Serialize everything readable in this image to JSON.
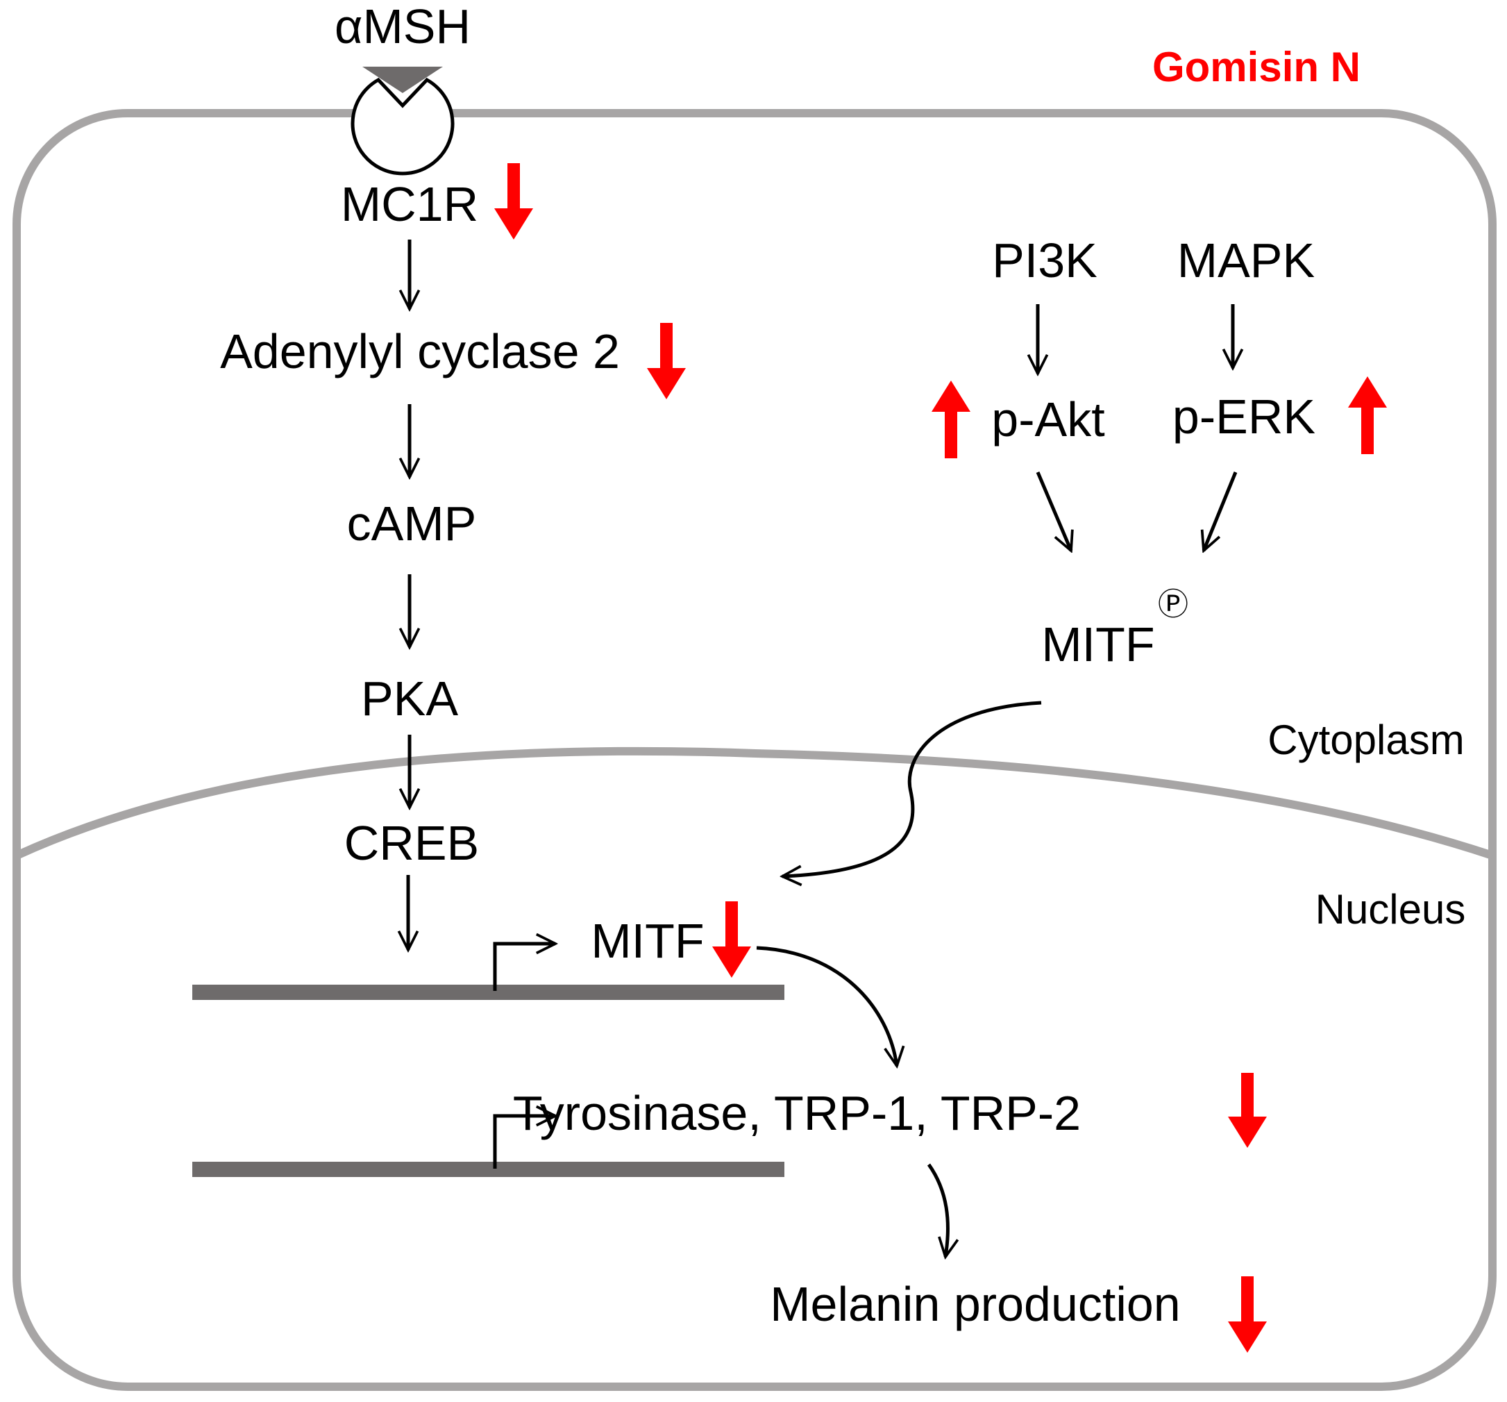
{
  "title": "Gomisin N",
  "colors": {
    "accent": "#ff0000",
    "membrane": "#a7a5a5",
    "dna": "#6e6b6b",
    "ligand": "#6e6b6b",
    "text": "#000000"
  },
  "ligand": "αMSH",
  "camp_pathway": {
    "receptor": "MC1R",
    "adenylyl_cyclase": "Adenylyl cyclase 2",
    "camp": "cAMP",
    "pka": "PKA",
    "creb": "CREB"
  },
  "kinase_pathway": {
    "pi3k": "PI3K",
    "mapk": "MAPK",
    "p_akt": "p-Akt",
    "p_erk": "p-ERK",
    "mitf_phospho": "MITF",
    "phospho_mark": "Ⓟ"
  },
  "compartments": {
    "cytoplasm": "Cytoplasm",
    "nucleus": "Nucleus"
  },
  "nucleus": {
    "mitf": "MITF",
    "targets": "Tyrosinase, TRP-1, TRP-2",
    "output": "Melanin production"
  },
  "effects": {
    "MC1R": "down",
    "Adenylyl cyclase 2": "down",
    "p-Akt": "up",
    "p-ERK": "up",
    "MITF": "down",
    "Tyrosinase, TRP-1, TRP-2": "down",
    "Melanin production": "down"
  },
  "icons": {
    "receptor": "receptor-icon",
    "ligand": "ligand-triangle-icon",
    "up": "up-arrow-icon",
    "down": "down-arrow-icon",
    "promoter": "promoter-arrow-icon"
  }
}
